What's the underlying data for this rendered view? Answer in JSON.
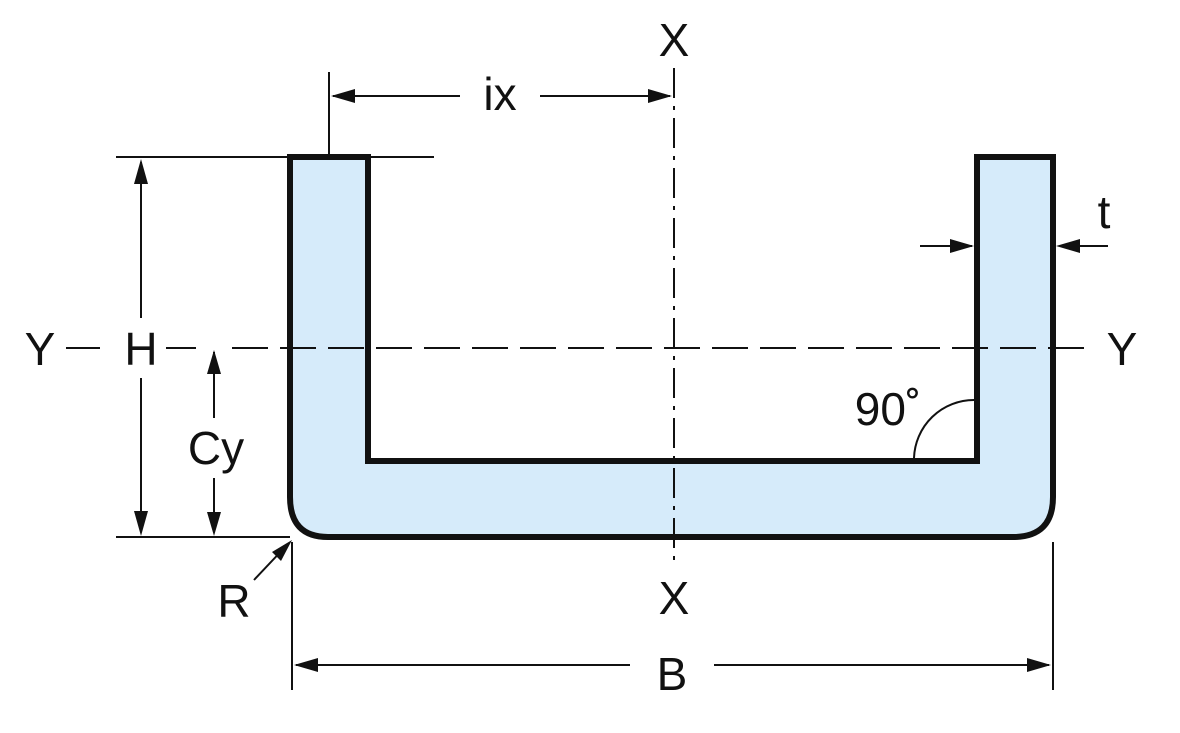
{
  "labels": {
    "x_top": "X",
    "x_bottom": "X",
    "y_left": "Y",
    "y_right": "Y",
    "ix": "ix",
    "t": "t",
    "h": "H",
    "cy": "Cy",
    "angle": "90˚",
    "r": "R",
    "b": "B"
  },
  "colors": {
    "profile_fill": "#d6ebfa",
    "outline": "#111111",
    "background": "#ffffff"
  }
}
